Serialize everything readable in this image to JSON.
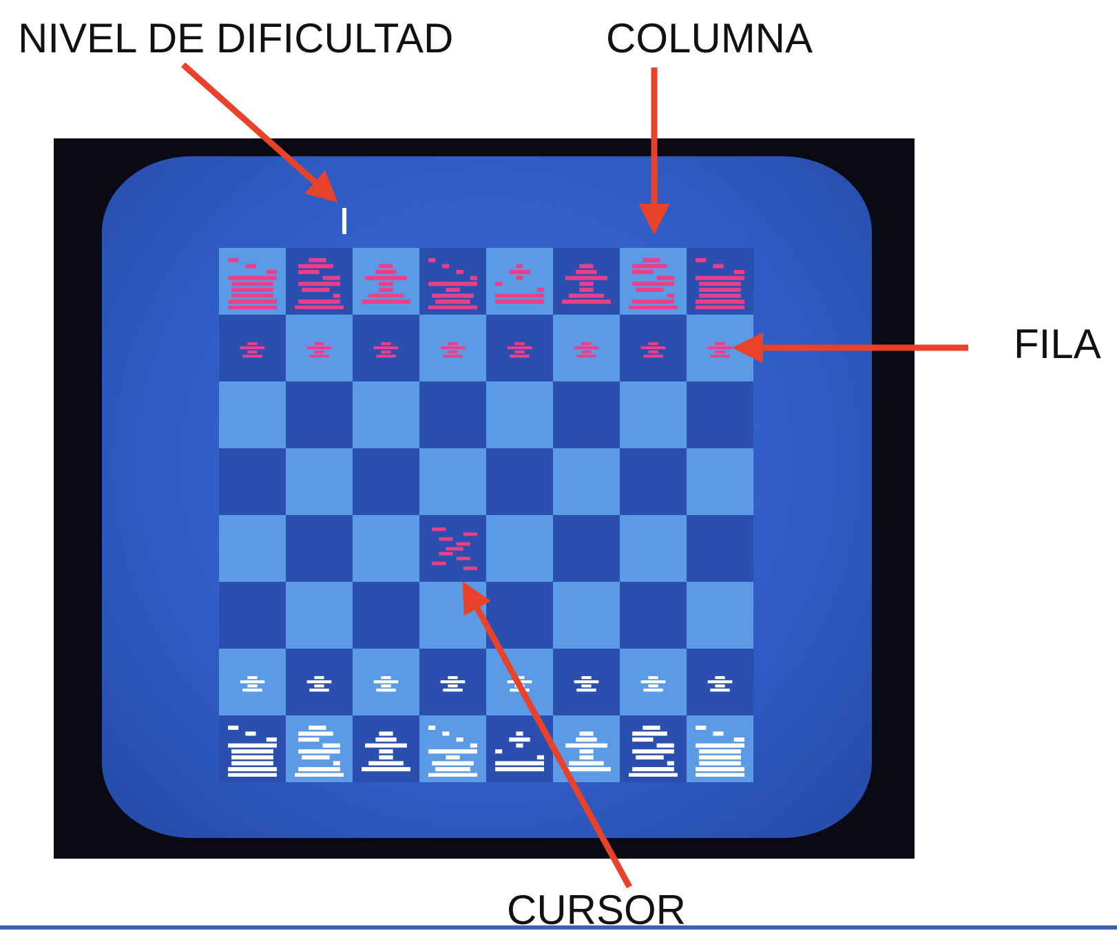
{
  "labels": {
    "difficulty": "NIVEL DE DIFICULTAD",
    "column": "COLUMNA",
    "row": "FILA",
    "cursor": "CURSOR"
  },
  "game": {
    "difficulty_level": "I",
    "board": [
      [
        "rook",
        "knight",
        "bishop",
        "queen",
        "king",
        "bishop",
        "knight",
        "rook"
      ],
      [
        "pawn",
        "pawn",
        "pawn",
        "pawn",
        "pawn",
        "pawn",
        "pawn",
        "pawn"
      ],
      [
        "",
        "",
        "",
        "",
        "",
        "",
        "",
        ""
      ],
      [
        "",
        "",
        "",
        "",
        "",
        "",
        "",
        ""
      ],
      [
        "",
        "",
        "",
        "",
        "",
        "",
        "",
        ""
      ],
      [
        "",
        "",
        "",
        "",
        "",
        "",
        "",
        ""
      ],
      [
        "pawn",
        "pawn",
        "pawn",
        "pawn",
        "pawn",
        "pawn",
        "pawn",
        "pawn"
      ],
      [
        "rook",
        "knight",
        "bishop",
        "queen",
        "king",
        "bishop",
        "knight",
        "rook"
      ]
    ],
    "piece_colors_by_row": [
      "magenta",
      "magenta",
      "",
      "",
      "",
      "",
      "white",
      "white"
    ],
    "cursor_square": {
      "row": 4,
      "col": 3
    }
  },
  "colors": {
    "screen": "#2f5cc4",
    "light_square": "#5b9be6",
    "dark_square": "#2a4fae",
    "magenta_piece": "#ec3f8a",
    "white_piece": "#ffffff",
    "arrow": "#e8432a",
    "label_text": "#111111",
    "bottom_rule": "#3d63b0",
    "frame": "#0a0a14"
  }
}
